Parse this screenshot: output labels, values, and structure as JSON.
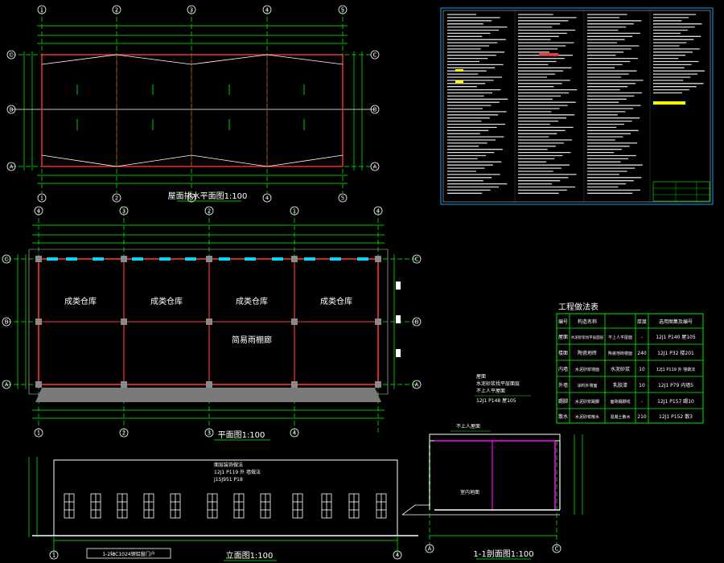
{
  "colors": {
    "background": "#000000",
    "line_green": "#00ff00",
    "wall_red": "#ff3333",
    "window_cyan": "#00d8ff",
    "column_gray": "#8a8a8a",
    "text_white": "#ffffff",
    "magenta": "#ff00ff",
    "note_yellow": "#ffff00",
    "sheet_frame": "#00aaff"
  },
  "roof_plan": {
    "title": "屋面排水平面图1:100",
    "axes_top": [
      "1",
      "2",
      "3",
      "4",
      "5"
    ],
    "axes_bottom": [
      "1",
      "2",
      "3",
      "4",
      "5"
    ],
    "axes_side": [
      "C",
      "B",
      "A"
    ]
  },
  "floor_plan": {
    "title": "平面图1:100",
    "axes_top": [
      "4",
      "3",
      "2",
      "1",
      "4"
    ],
    "axes_bottom": [
      "1",
      "2",
      "3",
      "4"
    ],
    "axes_side": [
      "C",
      "B",
      "A"
    ],
    "rooms": [
      "成类仓库",
      "成类仓库",
      "成类仓库",
      "成类仓库"
    ],
    "corridor": "简易雨棚廊"
  },
  "elevation": {
    "title": "立面图1:100",
    "note_lines": [
      "面层装饰做法",
      "12J1 P119 外 墙做法",
      "J15J951 P18"
    ],
    "axes": [
      "1",
      "4"
    ],
    "label_box": "1-2轴C1024钢铝窗门户"
  },
  "section": {
    "title": "1-1剖面图1:100",
    "top_label": "不上人屋面",
    "note_lines": [
      "屋面",
      "水泥砂浆找平层面层",
      "不上人平屋面",
      "12J1 P148 屋105"
    ],
    "axes": [
      "A",
      "C"
    ],
    "floor_label": "室内地面"
  },
  "materials_table": {
    "title": "工程做法表",
    "headers": [
      "编号",
      "构造名称",
      "",
      "厚度",
      "选用图集及编号"
    ],
    "rows": [
      [
        "屋面",
        "水泥砂浆找平层面层",
        "不上人平屋面",
        "-",
        "12J1 P140 屋105"
      ],
      [
        "楼面",
        "陶瓷地砖",
        "陶瓷地砖楼面",
        "240",
        "12J1 P32 楼201"
      ],
      [
        "内墙",
        "水泥砂浆墙面",
        "水泥砂浆",
        "10",
        "12J1 P119 外 墙做法"
      ],
      [
        "外墙",
        "涂料外墙面",
        "乳胶漆",
        "10",
        "12J1 P79 内墙5"
      ],
      [
        "踢脚",
        "水泥砂浆踢脚",
        "面砖踢脚线",
        "-",
        "12J1 P157 踢10"
      ],
      [
        "散水",
        "水泥砂浆散水",
        "混凝土散水",
        "210",
        "12J1 P152 散3"
      ]
    ]
  }
}
